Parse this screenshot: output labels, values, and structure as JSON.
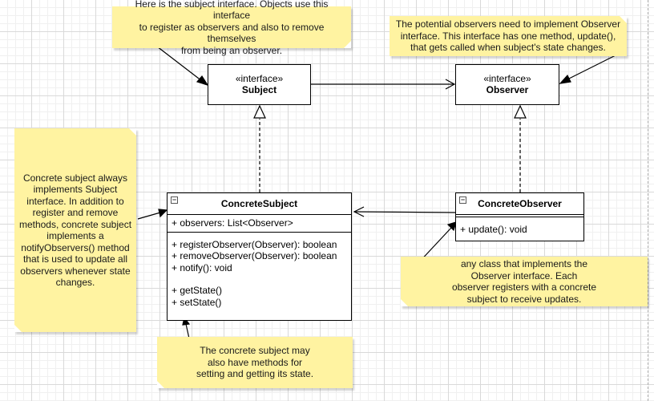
{
  "interfaces": {
    "subject": {
      "stereotype": "«interface»",
      "name": "Subject"
    },
    "observer": {
      "stereotype": "«interface»",
      "name": "Observer"
    }
  },
  "concrete_subject": {
    "name": "ConcreteSubject",
    "attributes": [
      "+ observers: List<Observer>"
    ],
    "methods_group1": [
      "+ registerObserver(Observer): boolean",
      "+ removeObserver(Observer): boolean",
      "+ notify(): void"
    ],
    "methods_group2": [
      "+ getState()",
      "+ setState()"
    ]
  },
  "concrete_observer": {
    "name": "ConcreteObserver",
    "attributes": [],
    "methods": [
      "+ update(): void"
    ]
  },
  "notes": {
    "subject_note": [
      "Here is the subject interface. Objects use this interface",
      "to register as observers and also to remove themselves",
      "from being an observer."
    ],
    "observer_note": [
      "The potential observers need to implement Observer",
      "interface. This interface has one method, update(),",
      "that gets called when subject's state changes."
    ],
    "concrete_subject_note": [
      "Concrete subject always",
      "implements Subject",
      "interface. In addition to",
      "register and remove",
      "methods, concrete subject",
      "implements a",
      "notifyObservers() method",
      "that is used to update all",
      "observers whenever state",
      "changes."
    ],
    "state_note": [
      "The concrete subject may",
      "also have methods for",
      "setting and getting its state."
    ],
    "concrete_observer_note": [
      "any class that implements the",
      "Observer interface. Each",
      "observer registers with a concrete",
      "subject to receive updates."
    ]
  },
  "colors": {
    "note_fill": "#fff3a1",
    "line": "#000000",
    "grid": "#d9d9d9"
  }
}
